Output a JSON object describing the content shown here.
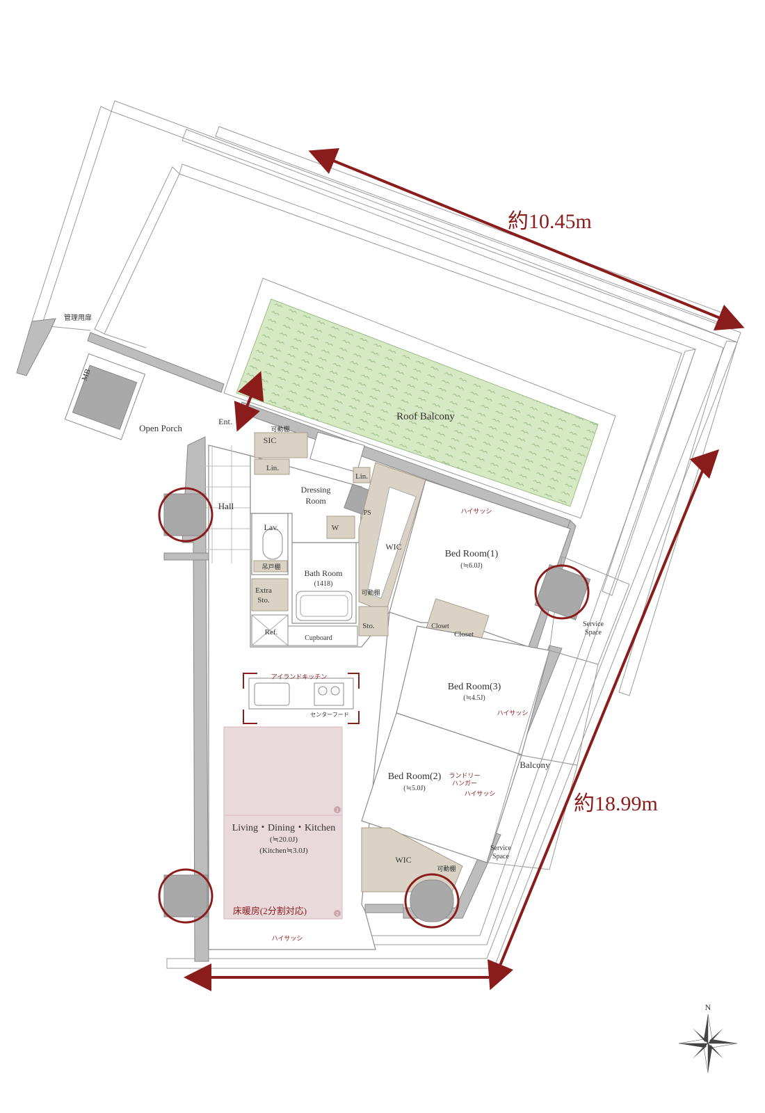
{
  "dimensions": {
    "top": "約10.45m",
    "right": "約18.99m"
  },
  "labels": {
    "roof_balcony": "Roof Balcony",
    "kanri_door": "管理用扉",
    "mb": "MB",
    "open_porch": "Open Porch",
    "ent": "Ent.",
    "sic": "SIC",
    "kadou_dana": "可動棚",
    "lin": "Lin.",
    "dressing_room_1": "Dressing",
    "dressing_room_2": "Room",
    "ps": "PS",
    "wic": "WIC",
    "hall": "Hall",
    "lav": "Lav.",
    "tsuri_dana": "吊戸棚",
    "w": "W",
    "bath_room": "Bath Room",
    "bath_size": "(1418)",
    "extra_sto_1": "Extra",
    "extra_sto_2": "Sto.",
    "ref": "Ref.",
    "cupboard": "Cupboard",
    "sto": "Sto.",
    "high_sash": "ハイサッシ",
    "bed1": "Bed Room(1)",
    "bed1_size": "(≒6.0J)",
    "service_space_1": "Service",
    "service_space_2": "Space",
    "closet": "Closet",
    "bed3": "Bed Room(3)",
    "bed3_size": "(≒4.5J)",
    "island_kitchen": "アイランドキッチン",
    "center_hood": "センターフード",
    "bed2": "Bed Room(2)",
    "bed2_size": "(≒5.0J)",
    "laundry_1": "ランドリー",
    "laundry_2": "ハンガー",
    "balcony": "Balcony",
    "ldk": "Living・Dining・Kitchen",
    "ldk_size": "(≒20.0J)",
    "kitchen_size": "(Kitchen≒3.0J)",
    "floor_heating": "床暖房(2分割対応)",
    "floor_heating_zone_1": "1",
    "floor_heating_zone_2": "2",
    "compass_n": "N"
  },
  "colors": {
    "accent": "#8b1c1c",
    "grass": "#d6e8c4",
    "floor_heating": "#ead9db",
    "storage": "#d9d2c5",
    "wall": "#bdbdbd"
  }
}
